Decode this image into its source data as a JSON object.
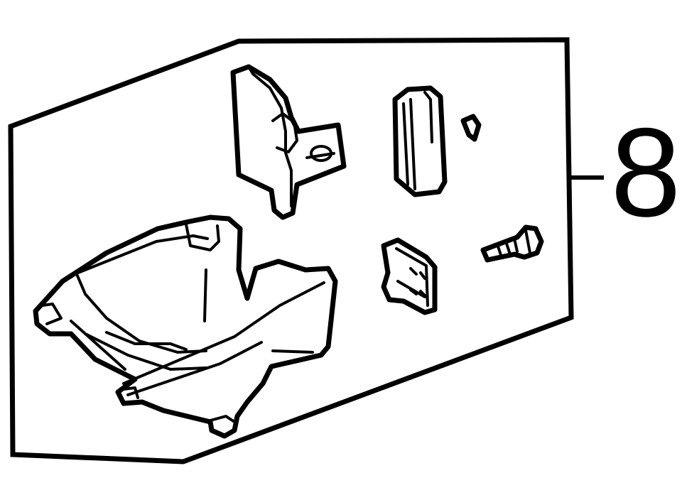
{
  "callout": {
    "number": "8"
  },
  "colors": {
    "line": "#000000",
    "background": "#ffffff"
  },
  "parts": [
    {
      "name": "upper-bracket"
    },
    {
      "name": "latch-block"
    },
    {
      "name": "small-clip"
    },
    {
      "name": "cup-holder-tray"
    },
    {
      "name": "retainer-clip"
    },
    {
      "name": "screw"
    }
  ]
}
